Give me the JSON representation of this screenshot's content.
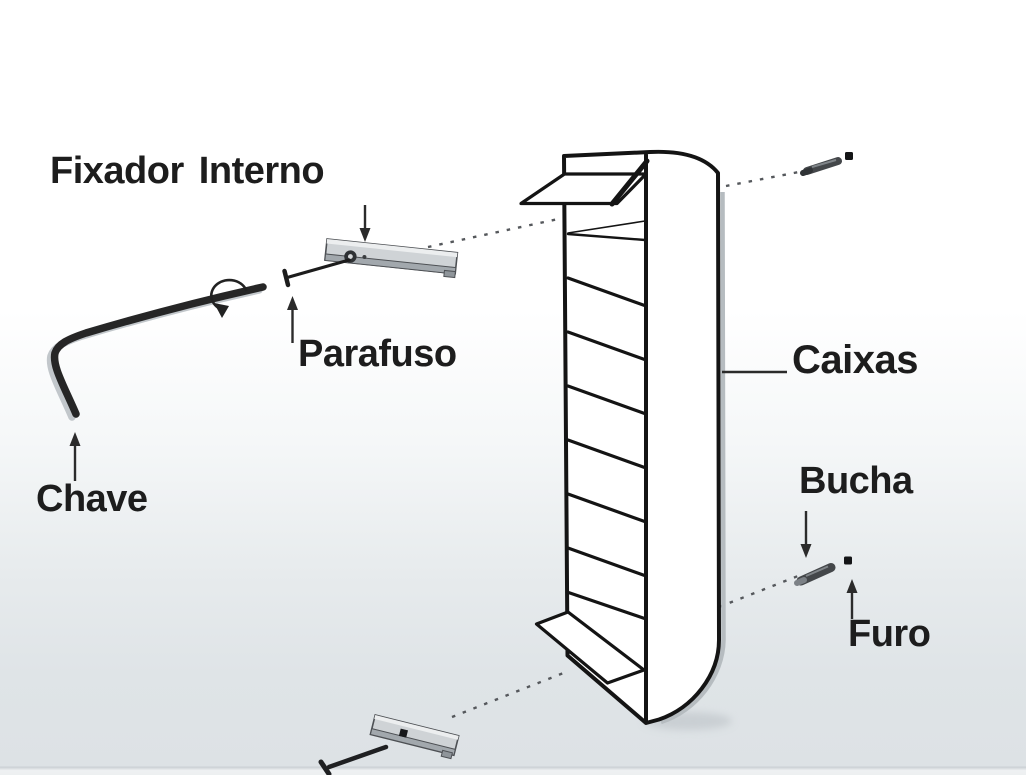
{
  "diagram": {
    "type": "assembly-instructions",
    "language": "pt-BR",
    "labels": {
      "fixador_interno": "Fixador Interno",
      "parafuso": "Parafuso",
      "chave": "Chave",
      "caixas": "Caixas",
      "bucha": "Bucha",
      "furo": "Furo"
    },
    "parts": {
      "allen_key": "allen-key",
      "screw_top": "screw",
      "bracket_top": "internal-fixer-bracket",
      "boxes_stack": "stacked-boxes-column",
      "anchor_top": "wall-anchor",
      "hole_top": "drill-hole",
      "anchor_bottom": "wall-anchor",
      "hole_bottom": "drill-hole",
      "bracket_bottom": "internal-fixer-bracket",
      "screw_bottom": "screw"
    },
    "colors": {
      "ink": "#1d1d1d",
      "line_black": "#141414",
      "metal_gray": "#cfd3d6",
      "metal_dark": "#a2a8ad",
      "shadow_gray": "#b6bcc0",
      "background_top": "#ffffff",
      "background_bottom": "#dde2e5"
    }
  }
}
